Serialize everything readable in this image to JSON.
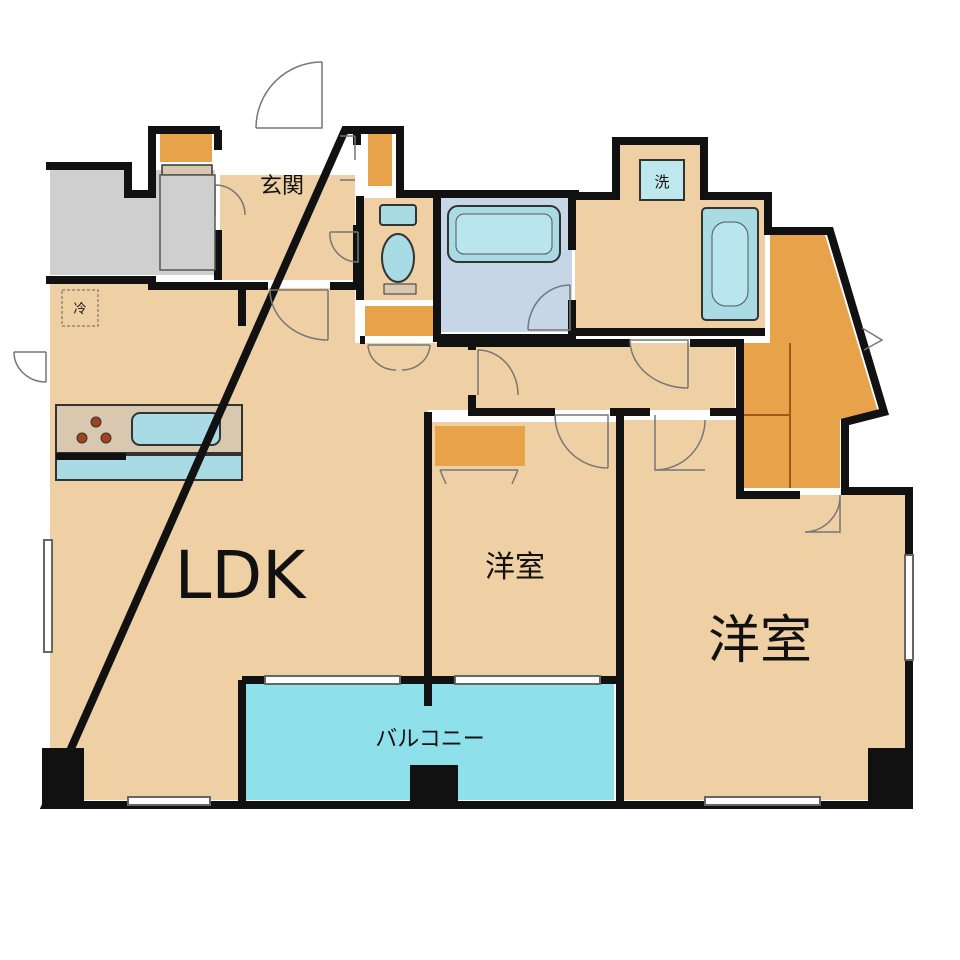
{
  "labels": {
    "genkan": "玄関",
    "ldk": "LDK",
    "yoshitsu_small": "洋室",
    "yoshitsu_large": "洋室",
    "balcony": "バルコニー",
    "fridge": "冷",
    "washer": "洗"
  },
  "colors": {
    "room": "#efcfa4",
    "wall": "#111111",
    "closet": "#e8a24a",
    "closet_dark": "#d4852f",
    "wet": "#c6d6e6",
    "fixture": "#a8dbe4",
    "balcony": "#8ee0ea",
    "hall_gray": "#cfcfcf",
    "door_line": "#777777"
  }
}
